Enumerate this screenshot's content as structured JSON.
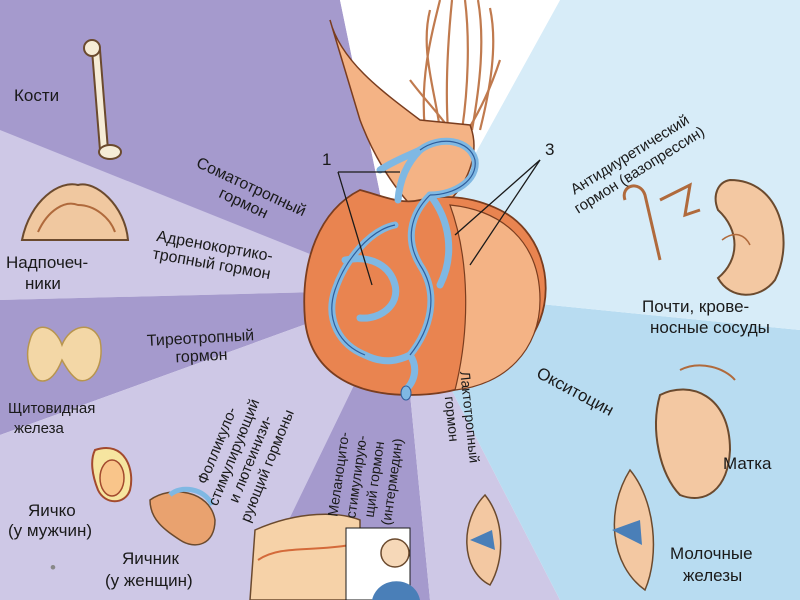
{
  "colors": {
    "sector_left_dark": "#a59acd",
    "sector_left_light": "#cec8e6",
    "sector_right_light": "#d7ecf8",
    "sector_right_mid": "#b8dcf1",
    "gland": "#e98450",
    "gland_light": "#f4b385",
    "vessel": "#7fb8e3",
    "vessel_dark": "#2f5d9b",
    "tract": "#c07a4e"
  },
  "icons": [
    "bone-icon",
    "adrenal-gland-icon",
    "thyroid-icon",
    "testis-icon",
    "ovary-icon",
    "skin-icon",
    "person-icon",
    "breast-icon",
    "kidney-icon",
    "nephron-icon",
    "uterus-icon"
  ],
  "targets": {
    "bones": "Кости",
    "adrenals_line1": "Надпочеч-",
    "adrenals_line2": "ники",
    "thyroid_line1": "Щитовидная",
    "thyroid_line2": "железа",
    "testis_line1": "Яичко",
    "testis_line2": "(у мужчин)",
    "ovary_line1": "Яичник",
    "ovary_line2": "(у женщин)",
    "kidney_line1": "Почти, крове-",
    "kidney_line2": "носные сосуды",
    "uterus": "Матка",
    "mammary_line1": "Молочные",
    "mammary_line2": "железы"
  },
  "hormones": {
    "somatotropic_line1": "Соматотропный",
    "somatotropic_line2": "гормон",
    "acth_line1": "Адренокортико-",
    "acth_line2": "тропный гормон",
    "tsh_line1": "Тиреотропный",
    "tsh_line2": "гормон",
    "gonadotropic_line1": "Фолликуло-",
    "gonadotropic_line2": "стимулирующий",
    "gonadotropic_line3": "и лютеинизи-",
    "gonadotropic_line4": "рующий гормоны",
    "msh_line1": "Меланоцито-",
    "msh_line2": "стимулирую-",
    "msh_line3": "щий гормон",
    "msh_line4": "(интермедин)",
    "prolactin_line1": "Лактотропный",
    "prolactin_line2": "гормон",
    "adh_line1": "Антидиуретический",
    "adh_line2": "гормон (вазопрессин)",
    "oxytocin": "Окситоцин"
  },
  "callouts": {
    "one": "1",
    "three": "3"
  },
  "bullet": "•"
}
